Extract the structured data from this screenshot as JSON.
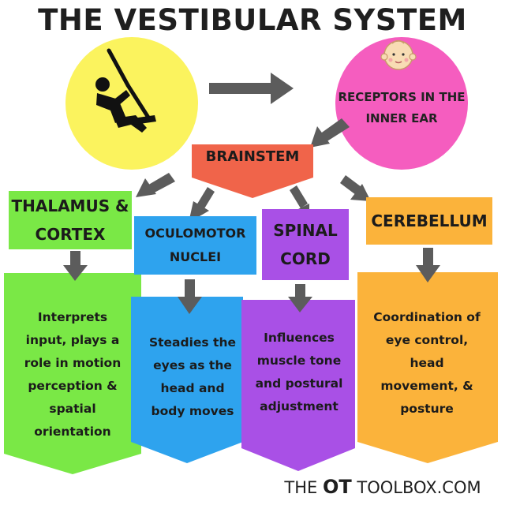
{
  "title": "THE VESTIBULAR SYSTEM",
  "receptors": "RECEPTORS IN THE INNER EAR",
  "brainstem": "BRAINSTEM",
  "pathways": [
    {
      "header": "THALAMUS & CORTEX",
      "description": "Interprets input, plays a role in motion perception & spatial orientation",
      "color": "#7ae846"
    },
    {
      "header": "OCULOMOTOR NUCLEI",
      "description": "Steadies the eyes as the head and body moves",
      "color": "#2ea3ee"
    },
    {
      "header": "SPINAL CORD",
      "description": "Influences muscle tone and postural adjustment",
      "color": "#a950e6"
    },
    {
      "header": "CEREBELLUM",
      "description": "Coordination of eye control, head movement, & posture",
      "color": "#fbb33b"
    }
  ],
  "footer": {
    "pre": "THE ",
    "brand": "OT",
    "post": " TOOLBOX.COM"
  },
  "icons": [
    "swing-person-icon",
    "baby-face-icon"
  ],
  "colors": {
    "yellow": "#fbf35e",
    "pink": "#f55dbf",
    "brainstem": "#f0644a",
    "arrow": "#5c5c5c"
  }
}
